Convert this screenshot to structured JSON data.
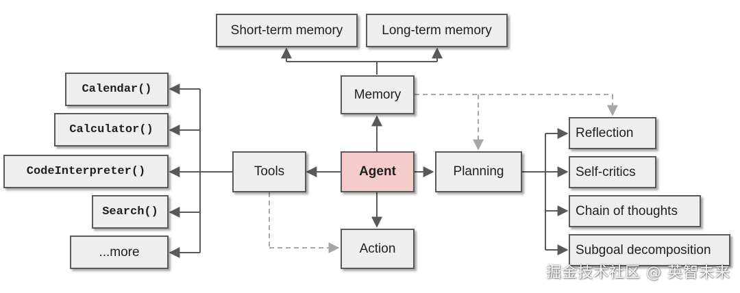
{
  "nodes": {
    "short_term_memory": "Short-term memory",
    "long_term_memory": "Long-term memory",
    "memory": "Memory",
    "agent": "Agent",
    "tools": "Tools",
    "planning": "Planning",
    "action": "Action",
    "calendar": "Calendar()",
    "calculator": "Calculator()",
    "code_interpreter": "CodeInterpreter()",
    "search": "Search()",
    "more": "...more",
    "reflection": "Reflection",
    "self_critics": "Self-critics",
    "chain_of_thoughts": "Chain of thoughts",
    "subgoal_decomposition": "Subgoal decomposition"
  },
  "watermark": "掘金技术社区 @ 英智未来",
  "colors": {
    "box_fill": "#eeeeee",
    "agent_fill": "#f4cccc",
    "line": "#595959",
    "dashed_line": "#a6a6a6"
  }
}
